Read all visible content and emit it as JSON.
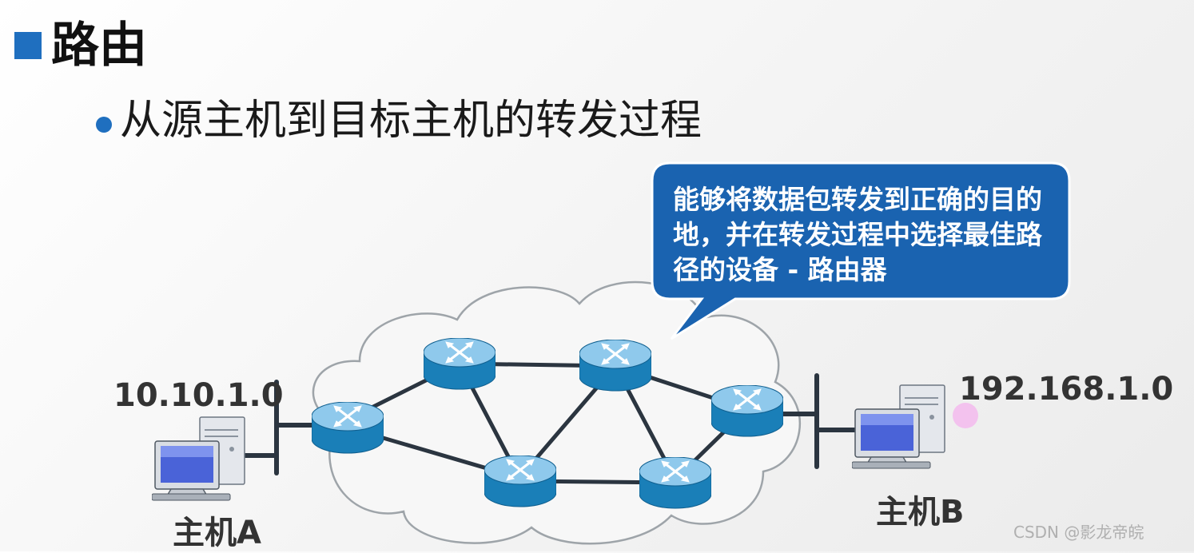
{
  "title": "路由",
  "bullet": "从源主机到目标主机的转发过程",
  "callout": "能够将数据包转发到正确的目的地，并在转发过程中选择最佳路径的设备 - 路由器",
  "network_a": "10.10.1.0",
  "network_b": "192.168.1.0",
  "host_a": "主机A",
  "host_b": "主机B",
  "watermark": "CSDN @影龙帝皖",
  "colors": {
    "accent": "#1f6fbf",
    "callout_fill": "#1a63b0",
    "router_body": "#1a7fb8",
    "router_top": "#8fc9ec",
    "link": "#2b3540",
    "marker": "#f3c2ee"
  },
  "icons": [
    "router-icon",
    "computer-icon"
  ]
}
